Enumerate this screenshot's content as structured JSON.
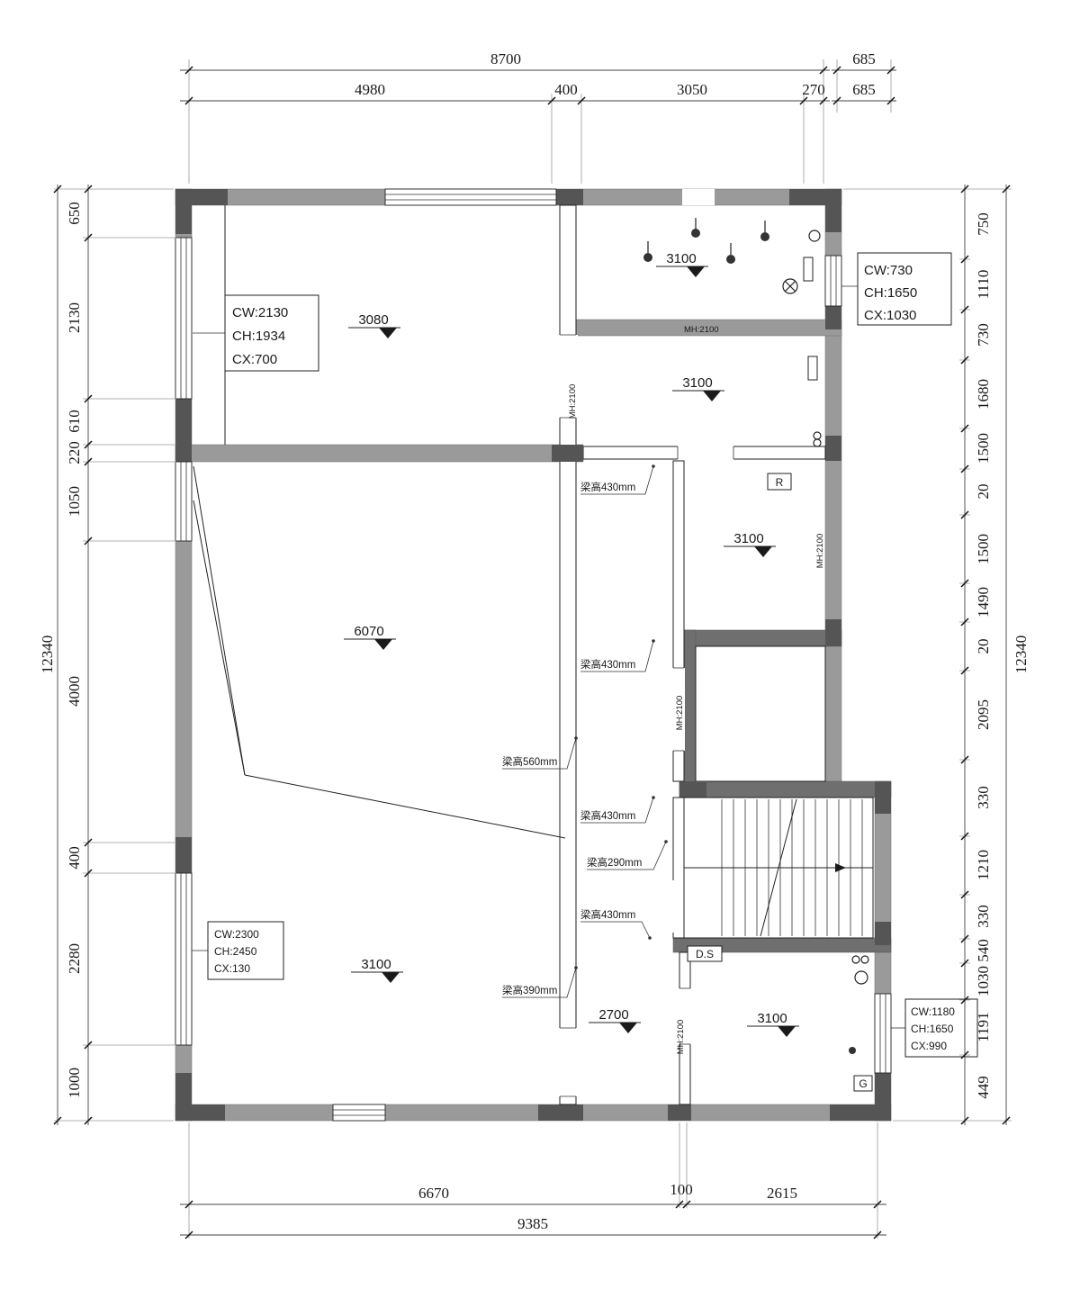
{
  "dims": {
    "top": {
      "overall": "8700",
      "overall_right": "685",
      "row2": [
        "4980",
        "400",
        "3050",
        "270"
      ],
      "row2_right": "685"
    },
    "bottom": {
      "row1": [
        "6670",
        "100",
        "2615"
      ],
      "overall": "9385"
    },
    "left": {
      "segments": [
        "650",
        "2130",
        "610",
        "220",
        "1050",
        "4000",
        "400",
        "2280",
        "1000"
      ],
      "overall": "12340"
    },
    "right": {
      "segments": [
        "750",
        "1110",
        "730",
        "1680",
        "1500",
        "20",
        "1500",
        "1490",
        "20",
        "2095",
        "330",
        "1210",
        "330",
        "540",
        "1030",
        "1191",
        "449"
      ],
      "overall": "12340"
    }
  },
  "levels": [
    "3080",
    "3100",
    "3100",
    "3100",
    "6070",
    "3100",
    "2700",
    "3100"
  ],
  "beams": [
    "梁高430mm",
    "梁高430mm",
    "梁高560mm",
    "梁高430mm",
    "梁高290mm",
    "梁高430mm",
    "梁高390mm"
  ],
  "door_height_label": "MH:2100",
  "window_tags": [
    {
      "cw": "CW:2130",
      "ch": "CH:1934",
      "cx": "CX:700"
    },
    {
      "cw": "CW:730",
      "ch": "CH:1650",
      "cx": "CX:1030"
    },
    {
      "cw": "CW:2300",
      "ch": "CH:2450",
      "cx": "CX:130"
    },
    {
      "cw": "CW:1180",
      "ch": "CH:1650",
      "cx": "CX:990"
    }
  ],
  "misc": {
    "riser": "R",
    "drain": "D.S",
    "gas": "G"
  }
}
